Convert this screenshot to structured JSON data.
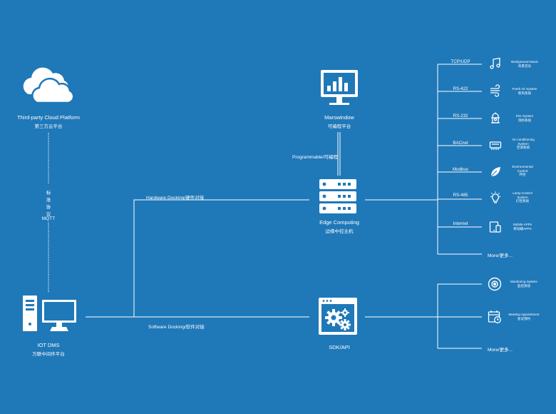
{
  "nodes": {
    "cloud": {
      "label_en": "Third-party Cloud Platform",
      "label_cn": "第三方云平台"
    },
    "marswindow": {
      "label_en": "Marswindow",
      "label_cn": "可编程平台"
    },
    "edge": {
      "label_en": "Edge Computing",
      "label_cn": "边缘中控主机"
    },
    "sdk": {
      "label_en": "SDK/API"
    },
    "iot": {
      "label_en": "IOT DMS",
      "label_cn": "万联中间件平台"
    }
  },
  "links": {
    "mqtt_chars": [
      "标",
      "准",
      "协",
      "议"
    ],
    "mqtt": "MQTT",
    "programmable": "Programmable/可编程",
    "hardware": "Hardware Docking/硬件对接",
    "software": "Software Docking/软件对接"
  },
  "protocols": [
    "TCP/UDP",
    "RS-422",
    "RS-232",
    "BACnet",
    "Modbus",
    "RS-485",
    "Internet"
  ],
  "devices": [
    {
      "icon": "music-note-icon",
      "en": "Background Music",
      "cn": "背景音乐"
    },
    {
      "icon": "fresh-air-icon",
      "en": "Fresh Air System",
      "cn": "新风系统"
    },
    {
      "icon": "fire-hydrant-icon",
      "en": "Fire System",
      "cn": "消防系统"
    },
    {
      "icon": "air-conditioner-icon",
      "en": "Air-conditioning System",
      "cn": "空调系统"
    },
    {
      "icon": "leaf-icon",
      "en": "Environmental Control",
      "cn": "环控"
    },
    {
      "icon": "lightbulb-icon",
      "en": "Lamp Control System",
      "cn": "灯控系统"
    },
    {
      "icon": "mobile-devices-icon",
      "en": "Mobile APPs",
      "cn": "移动端APPs"
    }
  ],
  "device_more": "More/更多...",
  "sdk_items": [
    {
      "icon": "camera-icon",
      "en": "Monitoring System",
      "cn": "监控系统"
    },
    {
      "icon": "calendar-clock-icon",
      "en": "Meeting Appointment",
      "cn": "会议预约"
    }
  ],
  "sdk_more": "More/更多..."
}
